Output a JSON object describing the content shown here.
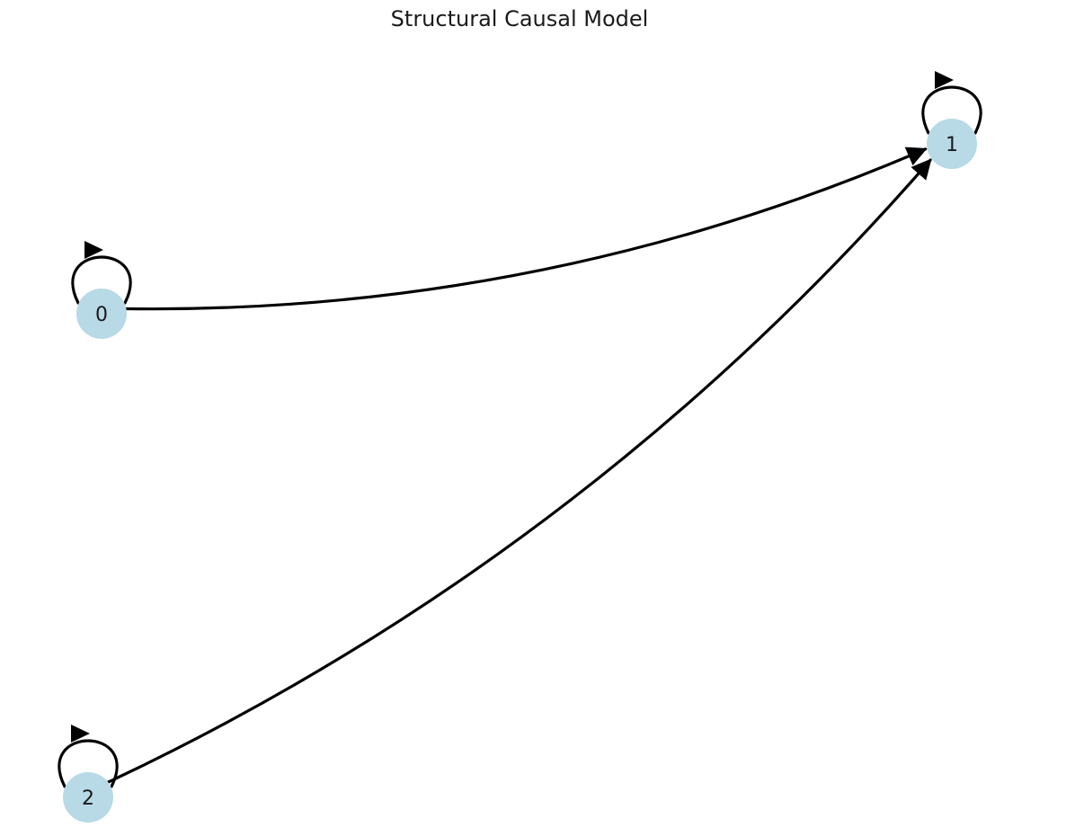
{
  "diagram": {
    "title": "Structural Causal Model",
    "node_color": "#b8d9e6",
    "edge_color": "#000000",
    "nodes": [
      {
        "id": "0",
        "label": "0"
      },
      {
        "id": "1",
        "label": "1"
      },
      {
        "id": "2",
        "label": "2"
      }
    ],
    "edges": [
      {
        "from": "0",
        "to": "0"
      },
      {
        "from": "1",
        "to": "1"
      },
      {
        "from": "2",
        "to": "2"
      },
      {
        "from": "0",
        "to": "1"
      },
      {
        "from": "2",
        "to": "1"
      }
    ]
  }
}
